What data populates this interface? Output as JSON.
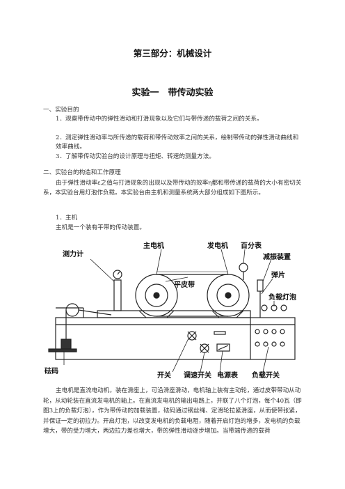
{
  "part_title": "第三部分：机械设计",
  "experiment_title": "实验一　带传动实验",
  "section1": {
    "heading": "一、实验目的",
    "item1": "1．观察带传动中的弹性滑动和打滑现象以及它们与带传递的载荷之间的关系。",
    "item2": "2．测定弹性滑动率与所传递的载荷和带传动效率之间的关系，绘制带传动的弹性滑动曲线和效率曲线。",
    "item3": "3．了解带传动实验台的设计原理与扭矩、转速的测量方法。"
  },
  "section2": {
    "heading": "二、实验台的构造和工作原理",
    "intro": "由于弹性滑动率ε之值与打滑现象的出现以及带传动的效率η都和带传递的载荷的大小有密切关系，本实验台用灯泡作负载。本实验台由主机和测量系统两大部分组成如下图所示。",
    "sub1_heading": "1．主机",
    "sub1_text": "主机是一个装有平带的传动装置。"
  },
  "diagram_labels": {
    "dynamometer": "测力计",
    "main_motor": "主电机",
    "generator": "发电机",
    "dial_gauge": "百分表",
    "damper": "减振装置",
    "flat_belt": "平皮带",
    "spring_plate": "弹片",
    "load_bulbs": "负载灯泡",
    "weights": "砝码",
    "switch": "开关",
    "speed_switch": "调速开关",
    "power_meter": "电源表",
    "load_switch": "负载开关"
  },
  "body_paragraph": "主电机是直流电动机，装在滑座上，可沿滑座滑动，电机轴上装有主动轮，通过皮带带动从动轮，从动轮装在直流发电机的轴上。在直流发电机的输出电路上，并联了八个灯泡，每个40瓦（即图3上的负载灯泡），作为带传动的加载装置，砝码通过钢丝绳、定滑轮拉紧滑座，从而使带张紧，并保证一定的初拉力。开启灯泡，以改变发电机的负载电阻，随着开启灯泡的增多，发电机的负载增大，带的受力增大，两边拉力差也增大，带的弹性滑动逐步增加。当带端传递的载荷"
}
